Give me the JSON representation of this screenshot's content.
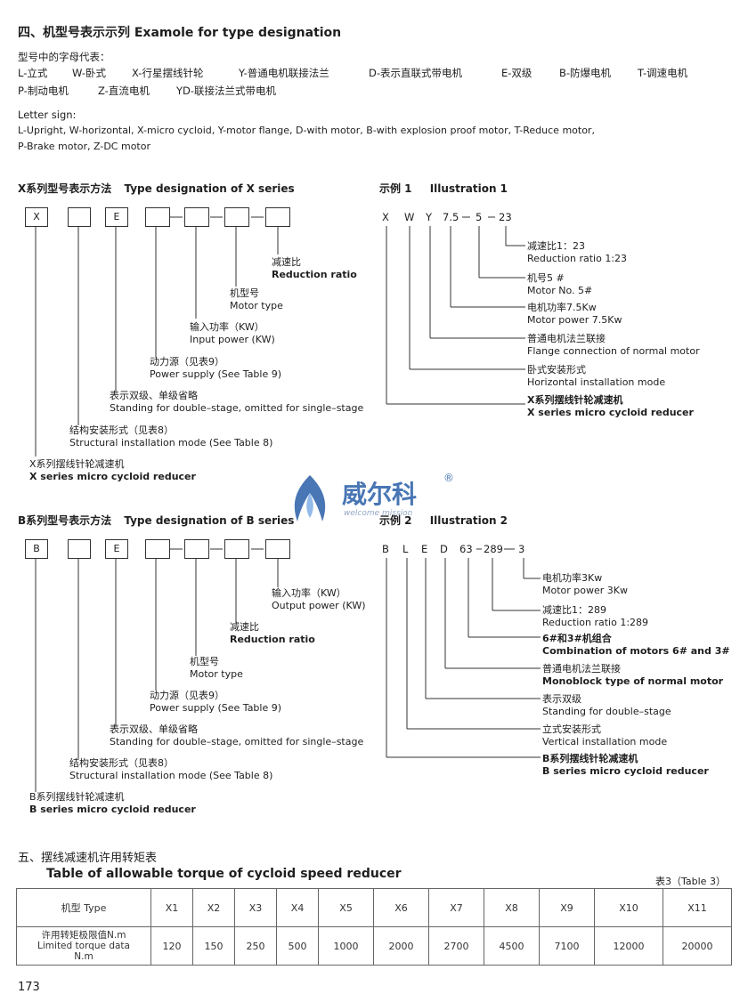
{
  "header": {
    "title": "四、机型号表示示列  Examole for type designation",
    "letters_title": "型号中的字母代表：",
    "letters_cn_line1": [
      "L-立式",
      "W-卧式",
      "X-行星摆线针轮",
      "Y-普通电机联接法兰",
      "D-表示直联式带电机",
      "E-双级",
      "B-防爆电机",
      "T-调速电机"
    ],
    "letters_cn_line2": [
      "P-制动电机",
      "Z-直流电机",
      "YD-联接法兰式带电机"
    ],
    "letter_sign_label": "Letter sign:",
    "letter_sign_line1": "L-Upright, W-horizontal, X-micro cycloid, Y-motor flange, D-with motor, B-with explosion proof motor, T-Reduce motor,",
    "letter_sign_line2": "P-Brake motor, Z-DC motor"
  },
  "x_series": {
    "title_cn": "X系列型号表示方法",
    "title_en": "Type designation of X series",
    "boxes": [
      "X",
      "",
      "E",
      "",
      "",
      "",
      ""
    ],
    "labels": [
      {
        "cn": "减速比",
        "en": "Reduction ratio"
      },
      {
        "cn": "机型号",
        "en": "Motor type"
      },
      {
        "cn": "输入功率（KW）",
        "en": "Input power (KW)"
      },
      {
        "cn": "动力源（见表9）",
        "en": "Power supply (See Table 9)"
      },
      {
        "cn": "表示双级、单级省略",
        "en": "Standing for double–stage, omitted for single–stage"
      },
      {
        "cn": "结构安装形式（见表8）",
        "en": "Structural installation mode (See Table 8)"
      },
      {
        "cn": "X系列摆线针轮减速机",
        "en": "X series micro cycloid reducer"
      }
    ]
  },
  "illustration1": {
    "title_cn": "示例 1",
    "title_en": "Illustration 1",
    "codes": [
      "X",
      "W",
      "Y",
      "7.5",
      "5",
      "23"
    ],
    "labels": [
      {
        "cn": "减速比1：23",
        "en": "Reduction ratio 1:23"
      },
      {
        "cn": "机号5 #",
        "en": "Motor No. 5#"
      },
      {
        "cn": "电机功率7.5Kw",
        "en": "Motor power 7.5Kw"
      },
      {
        "cn": "普通电机法兰联接",
        "en": "Flange connection of normal motor"
      },
      {
        "cn": "卧式安装形式",
        "en": "Horizontal installation mode"
      },
      {
        "cn": "X系列摆线针轮减速机",
        "en": "X series micro cycloid reducer"
      }
    ]
  },
  "b_series": {
    "title_cn": "B系列型号表示方法",
    "title_en": "Type designation of B series",
    "boxes": [
      "B",
      "",
      "E",
      "",
      "",
      "",
      ""
    ],
    "labels": [
      {
        "cn": "输入功率（KW）",
        "en": "Output power (KW)"
      },
      {
        "cn": "减速比",
        "en": "Reduction ratio"
      },
      {
        "cn": "机型号",
        "en": "Motor type"
      },
      {
        "cn": "动力源（见表9）",
        "en": "Power supply (See Table 9)"
      },
      {
        "cn": "表示双级、单级省略",
        "en": "Standing for double–stage, omitted for single–stage"
      },
      {
        "cn": "结构安装形式（见表8）",
        "en": "Structural installation mode (See Table 8)"
      },
      {
        "cn": "B系列摆线针轮减速机",
        "en": "B series micro cycloid reducer"
      }
    ]
  },
  "illustration2": {
    "title_cn": "示例 2",
    "title_en": "Illustration 2",
    "codes": [
      "B",
      "L",
      "E",
      "D",
      "63",
      "289",
      "3"
    ],
    "labels": [
      {
        "cn": "电机功率3Kw",
        "en": "Motor power 3Kw"
      },
      {
        "cn": "减速比1：289",
        "en": "Reduction ratio 1:289"
      },
      {
        "cn": "6#和3#机组合",
        "en": "Combination of motors 6# and 3#"
      },
      {
        "cn": "普通电机法兰联接",
        "en": "Monoblock type of normal motor"
      },
      {
        "cn": "表示双级",
        "en": "Standing for double–stage"
      },
      {
        "cn": "立式安装形式",
        "en": "Vertical installation mode"
      },
      {
        "cn": "B系列摆线针轮减速机",
        "en": "B series micro cycloid reducer"
      }
    ]
  },
  "logo": {
    "text": "威尔科",
    "sub": "welcome mission",
    "mark": "®",
    "color": "#2a5fa8"
  },
  "torque": {
    "title_cn": "五、摆线减速机许用转矩表",
    "title_en": "Table of allowable torque of cycloid speed reducer",
    "table_ref": "表3（Table 3）",
    "row1_head": "机型 Type",
    "row2_head_cn": "许用转矩极限值N.m",
    "row2_head_en1": "Limited torque data",
    "row2_head_en2": "N.m",
    "types": [
      "X1",
      "X2",
      "X3",
      "X4",
      "X5",
      "X6",
      "X7",
      "X8",
      "X9",
      "X10",
      "X11"
    ],
    "values": [
      "120",
      "150",
      "250",
      "500",
      "1000",
      "2000",
      "2700",
      "4500",
      "7100",
      "12000",
      "20000"
    ]
  },
  "page_number": "173"
}
